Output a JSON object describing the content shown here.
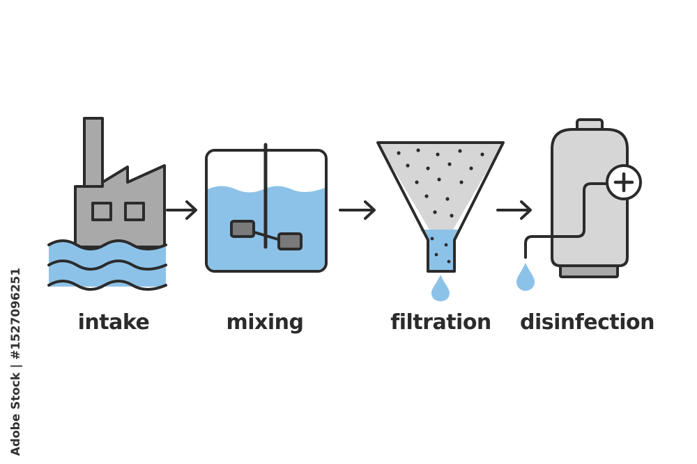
{
  "steps": [
    {
      "id": "intake",
      "label": "intake"
    },
    {
      "id": "mixing",
      "label": "mixing"
    },
    {
      "id": "filtration",
      "label": "filtration"
    },
    {
      "id": "disinfection",
      "label": "disinfection"
    }
  ],
  "stock_watermark": "Adobe Stock | #1527096251",
  "colors": {
    "outline": "#2b2b2b",
    "gray_fill": "#a9a9a9",
    "light_gray_fill": "#d6d6d6",
    "dark_gray": "#7a7a7a",
    "water_blue": "#8cc2e8",
    "background": "#ffffff"
  },
  "icons": [
    "factory-icon",
    "mixing-tank-icon",
    "funnel-filter-icon",
    "disinfection-tank-icon",
    "arrow-right-icon",
    "water-drop-icon",
    "plus-icon"
  ]
}
